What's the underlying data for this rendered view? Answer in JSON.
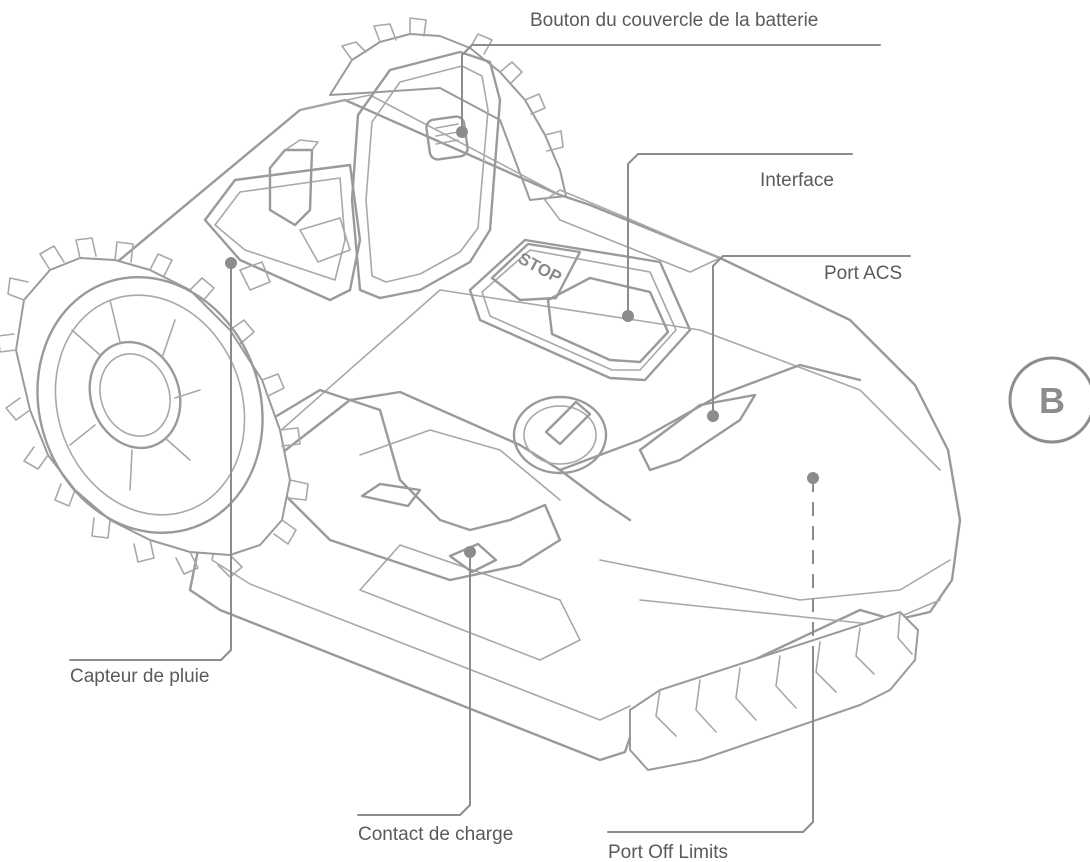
{
  "callouts": {
    "battery_cover_button": "Bouton du couvercle de la batterie",
    "interface": "Interface",
    "acs_port": "Port ACS",
    "rain_sensor": "Capteur de pluie",
    "charging_contact": "Contact de charge",
    "off_limits_port": "Port Off Limits"
  },
  "stop_button_label": "STOP",
  "section_badge": "B",
  "colors": {
    "line": "#8c8c8c",
    "outline": "#9a9a9a",
    "text": "#5a5a5a",
    "background": "#ffffff"
  }
}
